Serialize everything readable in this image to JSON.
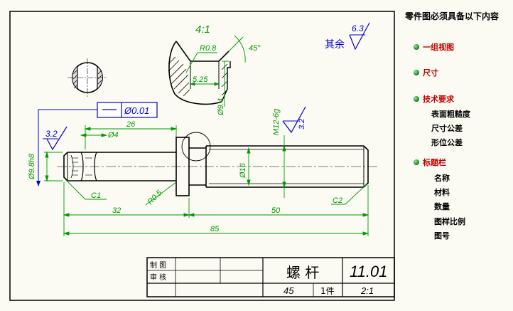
{
  "drawing": {
    "scale_top": "4:1",
    "r08": "R0.8",
    "deg45": "45°",
    "d525": "5.25",
    "d94": "Ø9.4",
    "tol": "Ø0.01",
    "rough_left": "3.2",
    "d4": "Ø4",
    "d26": "26",
    "m12": "M12-6g",
    "rough_mid": "3.2",
    "d98h8": "Ø9.8h8",
    "d16": "Ø16",
    "c1": "C1",
    "r05": "R0.5",
    "c2": "C2",
    "d32": "32",
    "d50": "50",
    "d85": "85",
    "rest_text": "其余",
    "rest_val": "6.3"
  },
  "titleblock": {
    "draw_label": "制 图",
    "check_label": "审 核",
    "name": "螺 杆",
    "code": "11.01",
    "qty": "45",
    "unit": "1件",
    "ratio": "2:1"
  },
  "sidebar": {
    "title": "零件图必须具备以下内容",
    "s1": "一组视图",
    "s2": "尺寸",
    "s3": "技术要求",
    "s3_items": [
      "表面粗糙度",
      "尺寸公差",
      "形位公差"
    ],
    "s4": "标题栏",
    "s4_items": [
      "名称",
      "材料",
      "数量",
      "图样比例",
      "图号"
    ]
  },
  "colors": {
    "frame": "#000000",
    "dimension": "#009900",
    "annotation": "#0000cc",
    "highlight": "#c00000"
  }
}
